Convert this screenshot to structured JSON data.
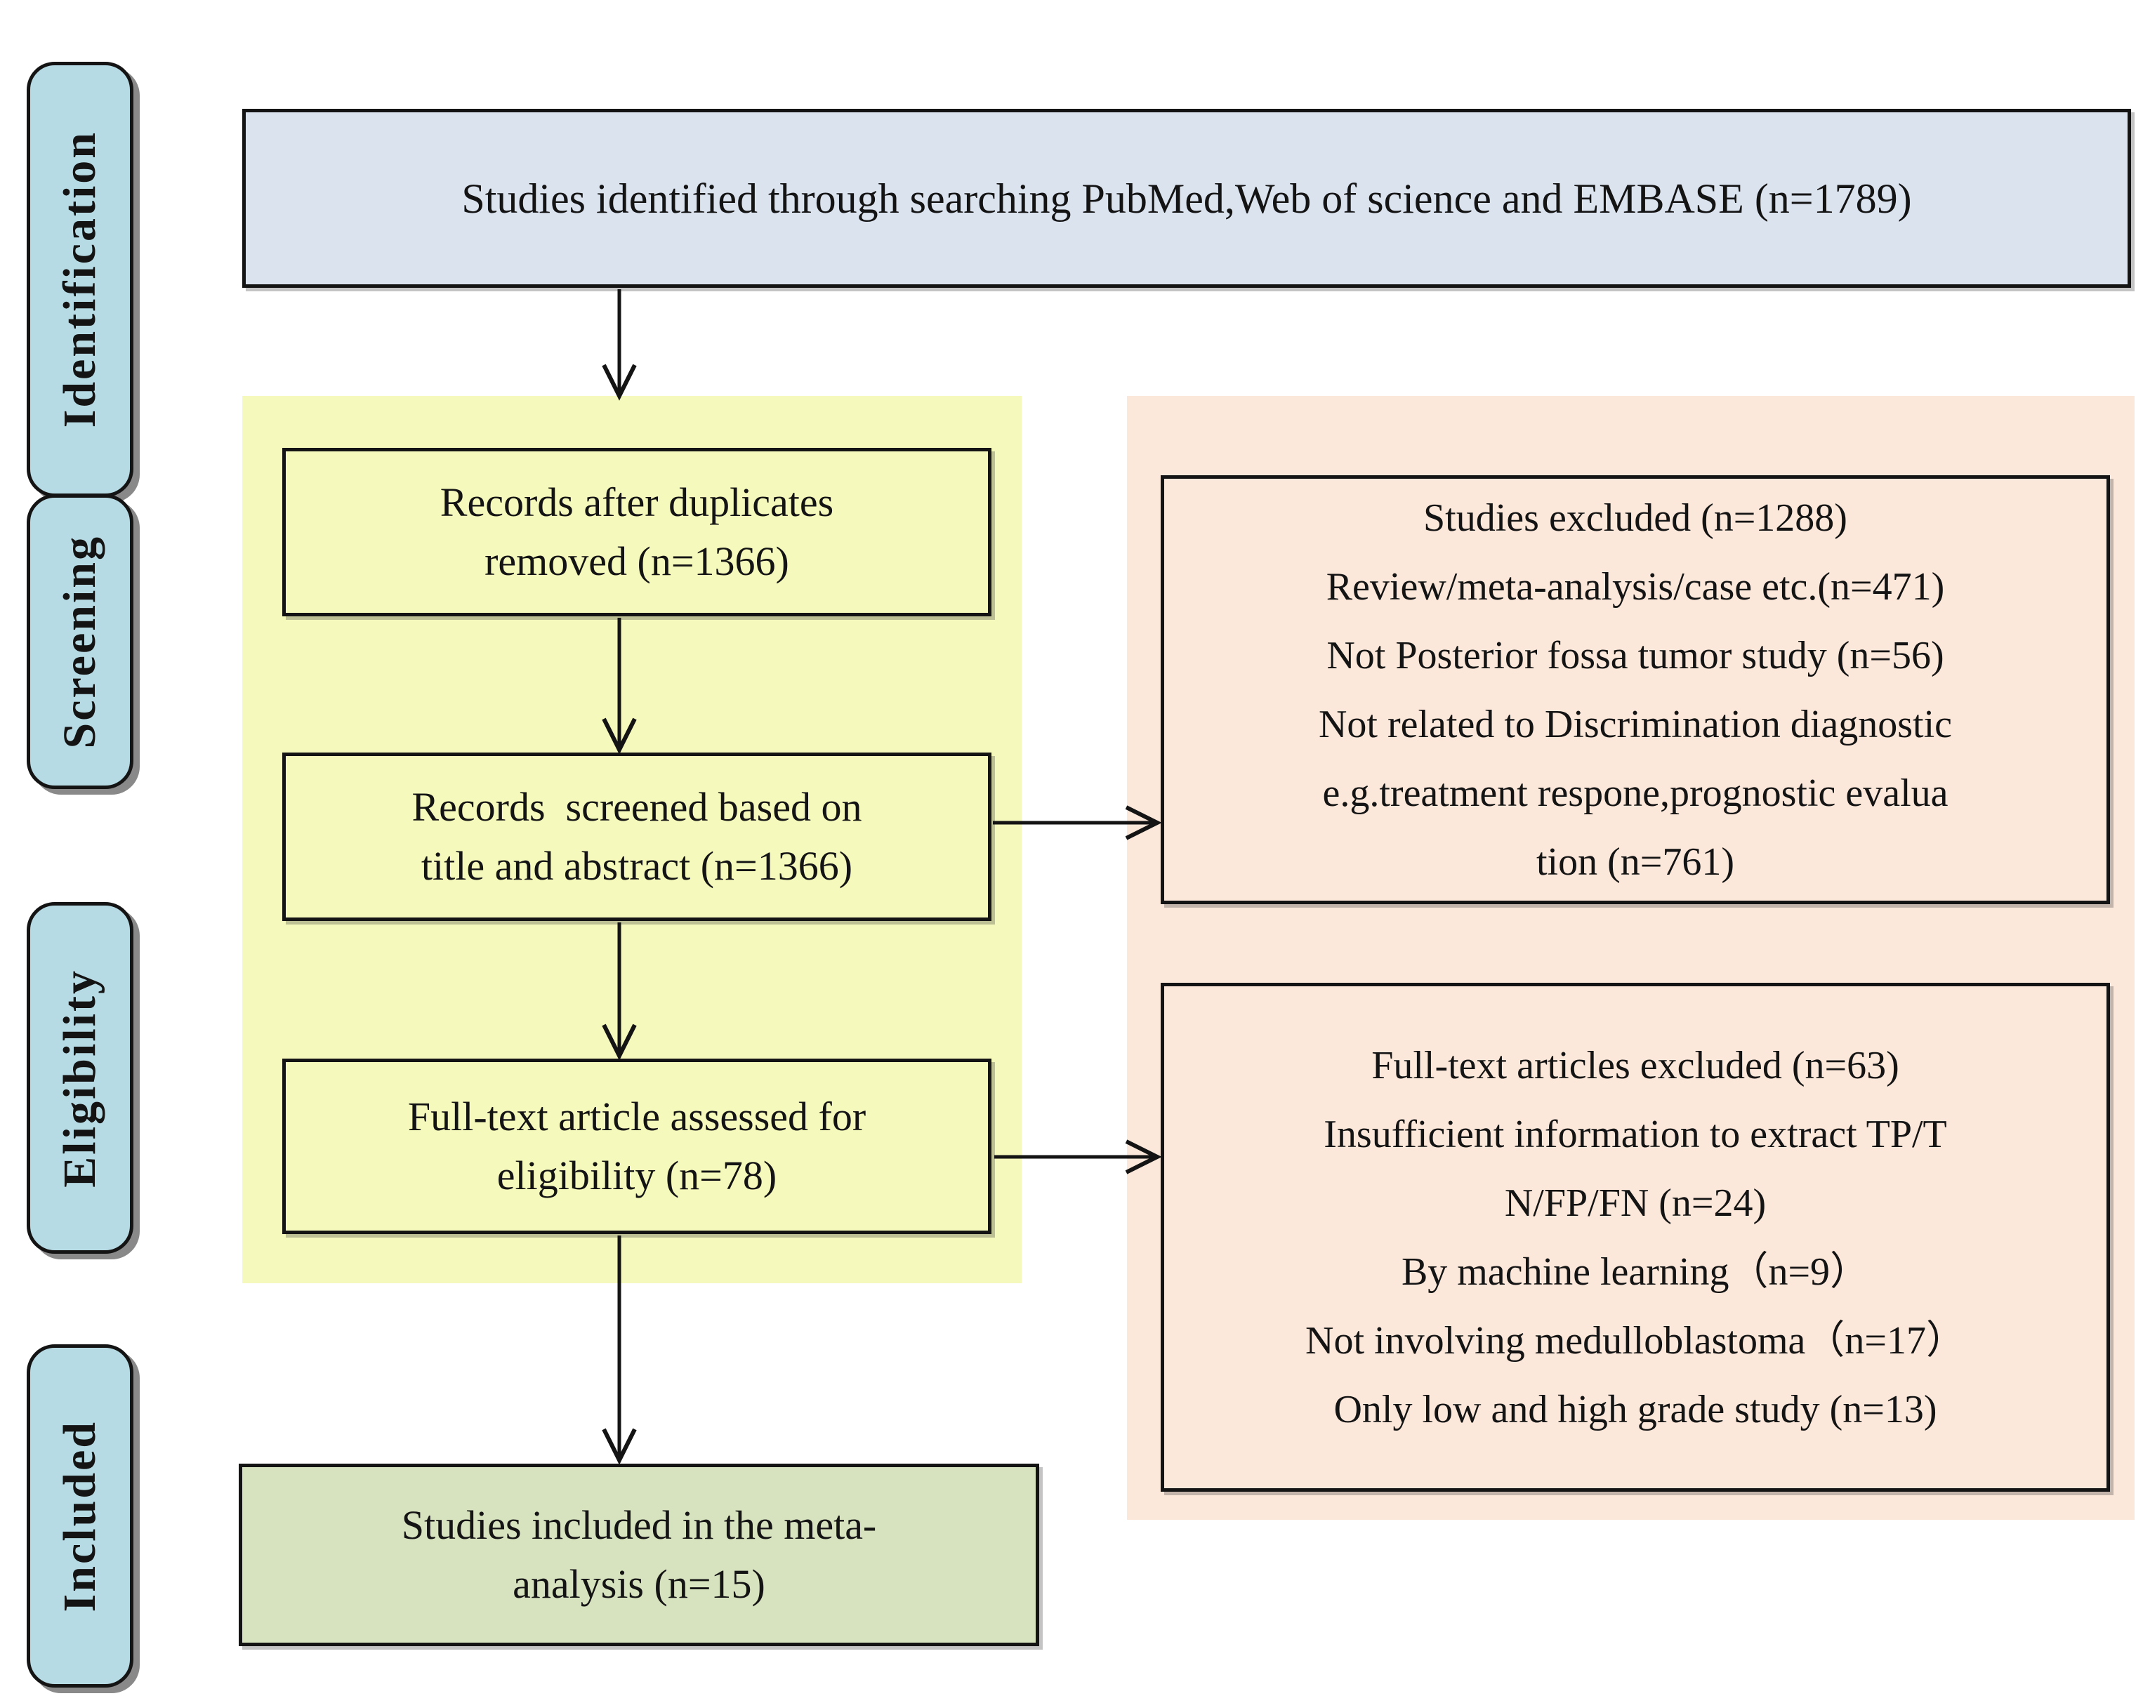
{
  "palette": {
    "stage_fill": "#b7dbe4",
    "identified_fill": "#dbe3ef",
    "screening_region_fill": "#f5f9bb",
    "exclusion_region_fill": "#fce8da",
    "included_fill": "#d7e2bf",
    "border": "#141414"
  },
  "sidebar": {
    "stages": [
      {
        "label": "Identification"
      },
      {
        "label": "Screening"
      },
      {
        "label": "Eligibility"
      },
      {
        "label": "Included"
      }
    ]
  },
  "flow": {
    "identified": {
      "lines": [
        "Studies identified through searching PubMed,Web of science and EMBASE (n=1789)"
      ]
    },
    "duplicates_removed": {
      "lines": [
        "Records after duplicates",
        "removed (n=1366)"
      ]
    },
    "screened": {
      "lines": [
        "Records  screened based on",
        "title and abstract (n=1366)"
      ]
    },
    "fulltext_assessed": {
      "lines": [
        "Full-text article assessed for",
        "eligibility (n=78)"
      ]
    },
    "included": {
      "lines": [
        "Studies included in the meta-",
        "analysis (n=15)"
      ]
    }
  },
  "exclusions": {
    "screening": {
      "lines": [
        "Studies excluded (n=1288)",
        "Review/meta-analysis/case etc.(n=471)",
        "Not Posterior fossa tumor study (n=56)",
        "Not related to Discrimination diagnostic",
        "e.g.treatment respone,prognostic evalua",
        "tion (n=761)"
      ]
    },
    "eligibility": {
      "lines": [
        "Full-text articles excluded (n=63)",
        "Insufficient information to extract TP/T",
        "N/FP/FN (n=24)",
        "By machine learning（n=9）",
        "Not involving medulloblastoma（n=17）",
        "Only low and high grade study (n=13)"
      ]
    }
  }
}
